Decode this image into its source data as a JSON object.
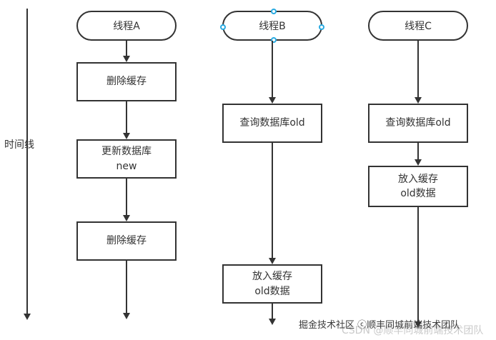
{
  "timeline": {
    "label": "时间线"
  },
  "threads": [
    {
      "header": "线程A",
      "nodes": [
        {
          "label": "删除缓存"
        },
        {
          "label": "更新数据库\nnew"
        },
        {
          "label": "删除缓存"
        }
      ]
    },
    {
      "header": "线程B",
      "selected": true,
      "nodes": [
        {
          "label": "查询数据库old"
        },
        {
          "label": "放入缓存\nold数据"
        }
      ]
    },
    {
      "header": "线程C",
      "nodes": [
        {
          "label": "查询数据库old"
        },
        {
          "label": "放入缓存\nold数据"
        }
      ]
    }
  ],
  "watermark": {
    "primary": "掘金技术社区 ⓒ顺丰同城前端技术团队",
    "faded": "CSDN @顺丰同城前端技术团队"
  },
  "colors": {
    "stroke": "#333333",
    "selection_handle": "#29aae1",
    "background": "#ffffff"
  }
}
